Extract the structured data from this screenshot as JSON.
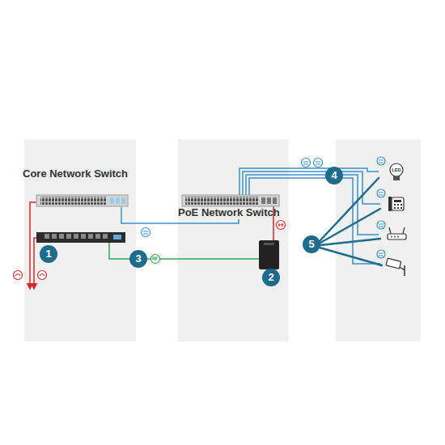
{
  "diagram": {
    "nodes": [
      {
        "text": [
          "Core Network Switch"
        ]
      },
      {
        "text": [
          "PoE Network Switch"
        ]
      }
    ],
    "edges": [
      {
        "from": 0,
        "to": 1,
        "arrow": "none"
      }
    ],
    "labels": [
      "1",
      "2",
      "3",
      "4",
      "5",
      "LED"
    ]
  }
}
